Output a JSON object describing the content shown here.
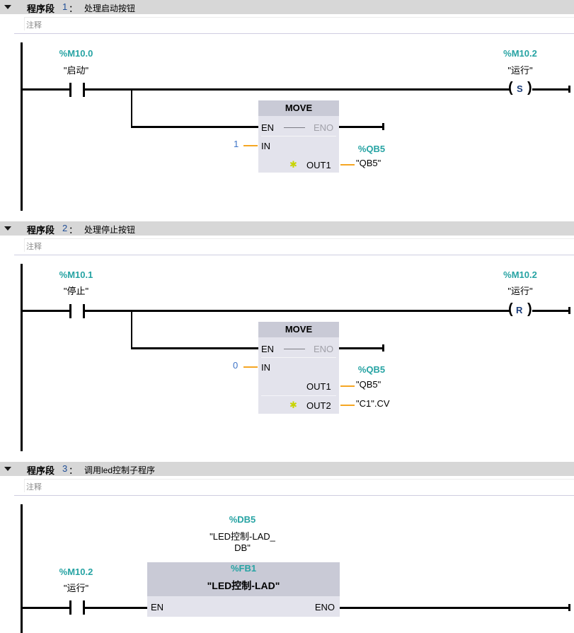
{
  "networks": [
    {
      "header": {
        "label": "程序段",
        "number": "1",
        "colon": "：",
        "title": "处理启动按钮"
      },
      "comment_placeholder": "注释",
      "contact": {
        "address": "%M10.0",
        "symbol": "\"启动\""
      },
      "coil": {
        "address": "%M10.2",
        "symbol": "\"运行\"",
        "type": "S"
      },
      "move": {
        "title": "MOVE",
        "en": "EN",
        "eno": "ENO",
        "in_label": "IN",
        "in_value": "1",
        "outputs": [
          {
            "label": "OUT1",
            "address": "%QB5",
            "symbol": "\"QB5\""
          }
        ]
      }
    },
    {
      "header": {
        "label": "程序段",
        "number": "2",
        "colon": "：",
        "title": "处理停止按钮"
      },
      "comment_placeholder": "注释",
      "contact": {
        "address": "%M10.1",
        "symbol": "\"停止\""
      },
      "coil": {
        "address": "%M10.2",
        "symbol": "\"运行\"",
        "type": "R"
      },
      "move": {
        "title": "MOVE",
        "en": "EN",
        "eno": "ENO",
        "in_label": "IN",
        "in_value": "0",
        "outputs": [
          {
            "label": "OUT1",
            "address": "%QB5",
            "symbol": "\"QB5\""
          },
          {
            "label": "OUT2",
            "symbol": "\"C1\".CV"
          }
        ]
      }
    },
    {
      "header": {
        "label": "程序段",
        "number": "3",
        "colon": "：",
        "title": "调用led控制子程序"
      },
      "comment_placeholder": "注释",
      "contact": {
        "address": "%M10.2",
        "symbol": "\"运行\""
      },
      "fb": {
        "instance_address": "%DB5",
        "instance_symbol_line1": "\"LED控制-LAD_",
        "instance_symbol_line2": "DB\"",
        "address": "%FB1",
        "symbol": "\"LED控制-LAD\"",
        "en": "EN",
        "eno": "ENO"
      }
    }
  ],
  "colors": {
    "address": "#26a3a3",
    "constant": "#3e74c7",
    "header_bg": "#d7d7d7",
    "box_bg": "#e3e3ec",
    "box_head": "#c9cad6",
    "operand_wire": "#f5a623"
  }
}
